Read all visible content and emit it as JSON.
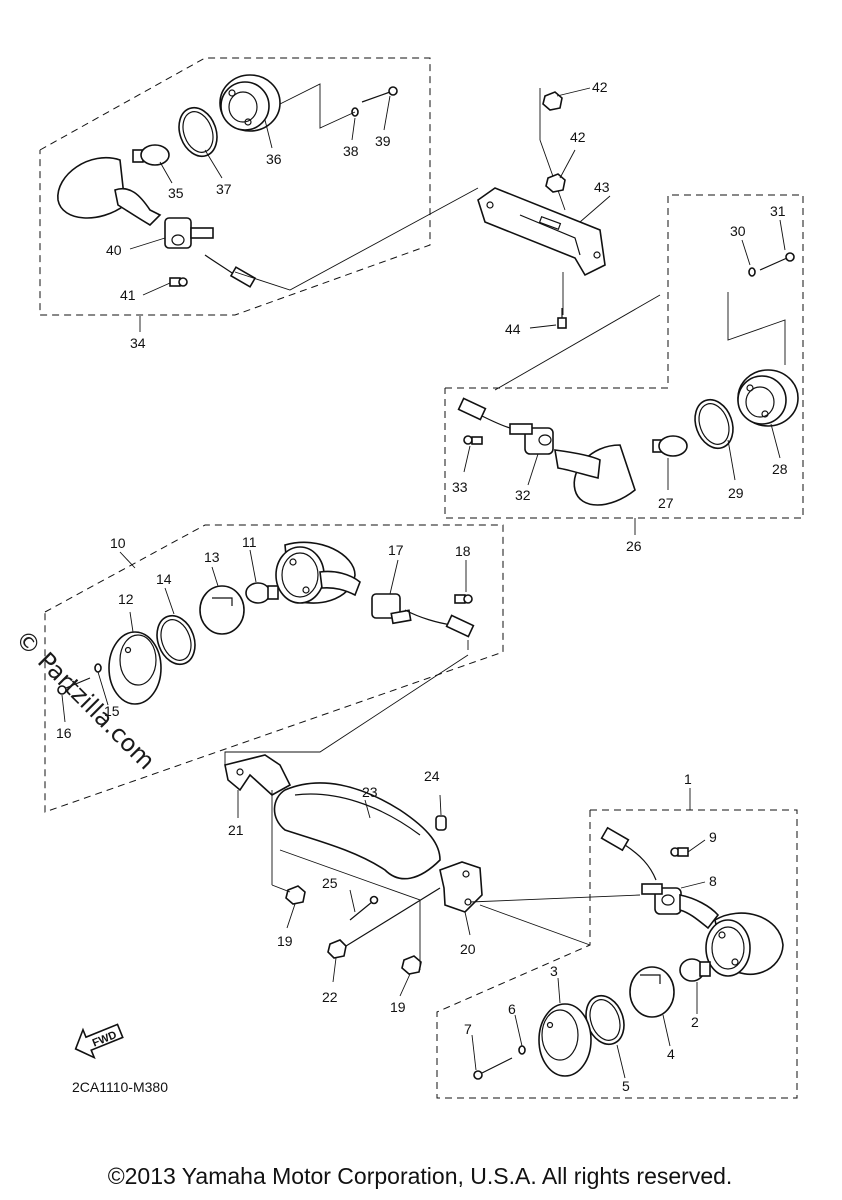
{
  "diagram": {
    "drawing_code": "2CA1110-M380",
    "copyright": "©2013 Yamaha Motor Corporation, U.S.A. All rights reserved.",
    "watermark": "© Partzilla.com",
    "fwd_label": "FWD",
    "callouts": {
      "c1": "1",
      "c2": "2",
      "c3": "3",
      "c4": "4",
      "c5": "5",
      "c6": "6",
      "c7": "7",
      "c8": "8",
      "c9": "9",
      "c10": "10",
      "c11": "11",
      "c12": "12",
      "c13": "13",
      "c14": "14",
      "c15": "15",
      "c16": "16",
      "c17": "17",
      "c18": "18",
      "c19a": "19",
      "c19b": "19",
      "c20": "20",
      "c21": "21",
      "c22": "22",
      "c23": "23",
      "c24": "24",
      "c25": "25",
      "c26": "26",
      "c27": "27",
      "c28": "28",
      "c29": "29",
      "c30": "30",
      "c31": "31",
      "c32": "32",
      "c33": "33",
      "c34": "34",
      "c35": "35",
      "c36": "36",
      "c37": "37",
      "c38": "38",
      "c39": "39",
      "c40": "40",
      "c41": "41",
      "c42a": "42",
      "c42b": "42",
      "c43": "43",
      "c44": "44"
    }
  }
}
